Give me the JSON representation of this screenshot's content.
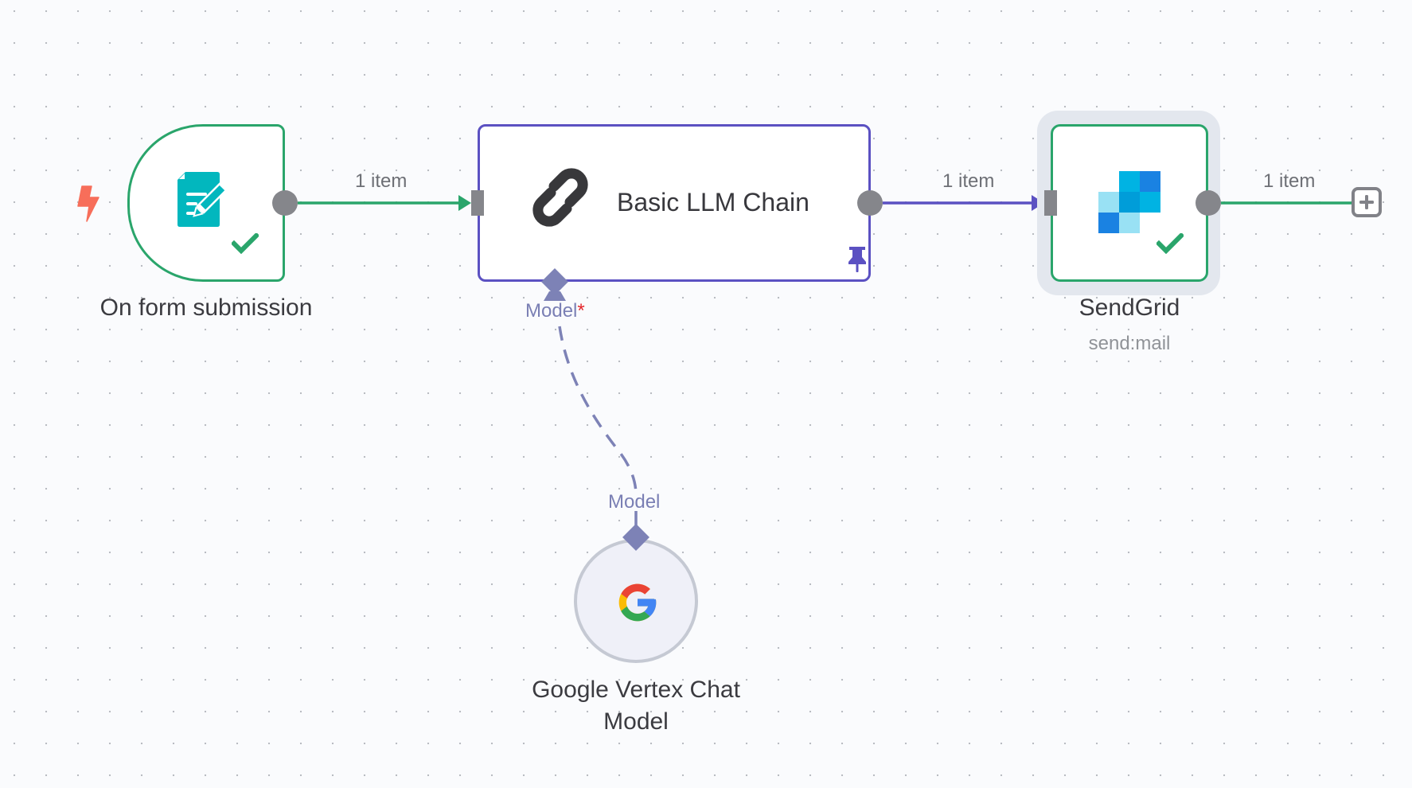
{
  "canvas": {
    "background": "#fafbfd",
    "grid_dot_color": "#b9bcc2"
  },
  "colors": {
    "success": "#2aa56b",
    "chain_border": "#5b51c2",
    "handle": "#85868b",
    "ai_connection": "#7d82b6",
    "trigger_bolt": "#f76e5a",
    "required_asterisk": "#e4262b"
  },
  "nodes": {
    "form_trigger": {
      "name": "On form submission",
      "icon": "form-edit-icon",
      "trigger_icon": "lightning-bolt-icon",
      "status": "success"
    },
    "llm_chain": {
      "name": "Basic LLM Chain",
      "icon": "link-chain-icon",
      "pinned": true,
      "pin_icon": "pin-icon",
      "inputs": [
        {
          "label": "Model",
          "required_marker": "*"
        }
      ]
    },
    "sendgrid": {
      "name": "SendGrid",
      "subtitle": "send:mail",
      "icon": "sendgrid-logo-icon",
      "status": "success",
      "selected": true
    },
    "vertex_model": {
      "name_line1": "Google Vertex Chat",
      "name_line2": "Model",
      "icon": "google-logo-icon",
      "output_label": "Model"
    }
  },
  "connections": [
    {
      "from": "On form submission",
      "to": "Basic LLM Chain",
      "label": "1 item"
    },
    {
      "from": "Basic LLM Chain",
      "to": "SendGrid",
      "label": "1 item"
    },
    {
      "from": "SendGrid",
      "to": "add-node",
      "label": "1 item"
    },
    {
      "from": "Google Vertex Chat Model",
      "to": "Basic LLM Chain",
      "label": "Model",
      "style": "dashed"
    }
  ],
  "add_node_button": {
    "icon": "plus-icon"
  }
}
